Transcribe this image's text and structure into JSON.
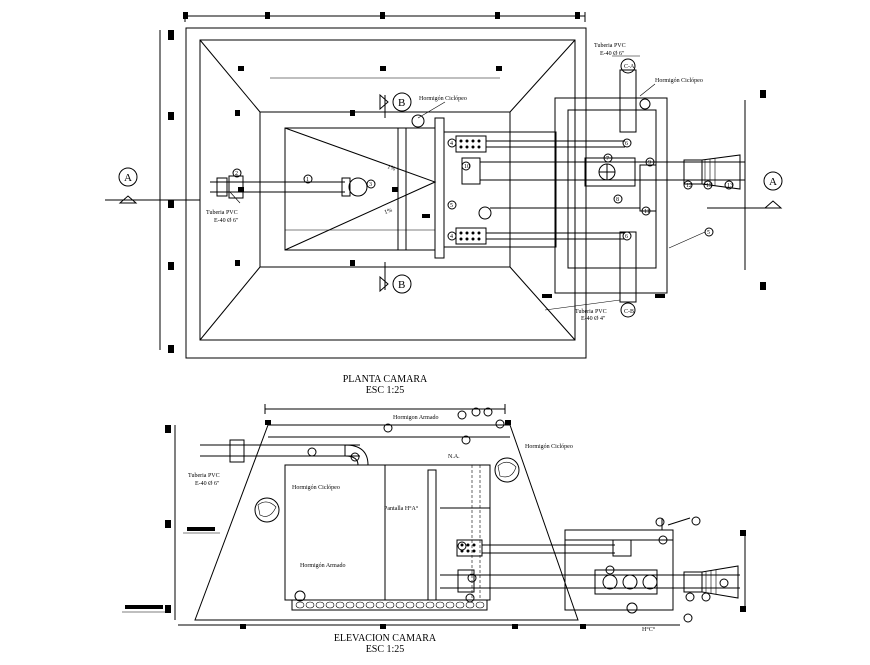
{
  "plan": {
    "title": "PLANTA CAMARA",
    "scale": "ESC 1:25",
    "section_a": "A",
    "section_b": "B",
    "pipe_in": {
      "line1": "Tuberia  PVC",
      "line2": "E-40 Ø 6\""
    },
    "pipe_top": {
      "line1": "Tuberia  PVC",
      "line2": "E-40 Ø 6\""
    },
    "pipe_bottom": {
      "line1": "Tuberia  PVC",
      "line2": "E-40 Ø 4\""
    },
    "hormigon_ciclopeo_1": "Hormigón Ciclópeo",
    "hormigon_ciclopeo_2": "Hormigón Ciclópeo",
    "slope_1": "1%",
    "slope_2": "1%",
    "tag_ca": "C-A",
    "tag_cb": "C-B",
    "numbers": {
      "n1": "1",
      "n2": "2",
      "n3": "3",
      "n4": "4",
      "n5": "5",
      "n6": "6",
      "n7": "7",
      "n8": "8",
      "n9": "9",
      "n10": "10",
      "n11": "11",
      "n12": "12",
      "n13": "13"
    }
  },
  "elevation": {
    "title": "ELEVACION CAMARA",
    "scale": "ESC 1:25",
    "hormigon_armado_top": "Hormigon Armado",
    "hormigon_armado_bottom": "Hormigón Armado",
    "hormigon_ciclopeo_left": "Hormigón Ciclópeo",
    "hormigon_ciclopeo_right": "Hormigón Ciclópeo",
    "pantalla": "Pantalla H°A°",
    "na": "N.A.",
    "hc": "H°C°",
    "pipe_in": {
      "line1": "Tuberia  PVC",
      "line2": "E-40 Ø 6\""
    }
  }
}
